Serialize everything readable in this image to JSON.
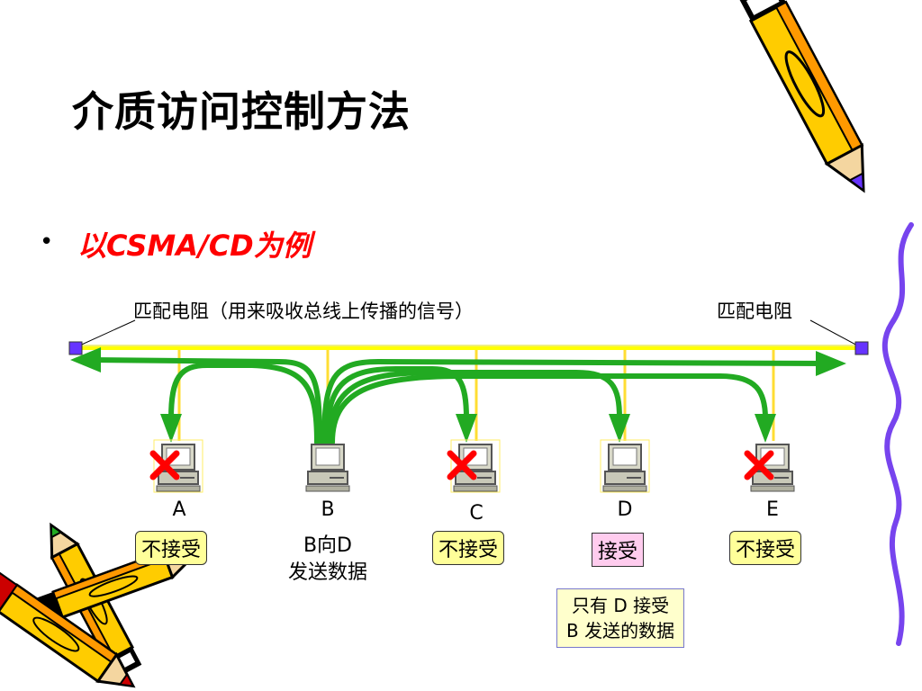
{
  "slide": {
    "title": "介质访问控制方法",
    "bullet_marker": "•",
    "bullet_text": "以CSMA/CD为例"
  },
  "diagram": {
    "left_terminator_label": "匹配电阻（用来吸收总线上传播的信号）",
    "right_terminator_label": "匹配电阻",
    "nodes": [
      {
        "letter": "A",
        "status": "不接受",
        "receives": false
      },
      {
        "letter": "B",
        "status": "",
        "sender_line1": "B向D",
        "sender_line2": "发送数据"
      },
      {
        "letter": "C",
        "status": "不接受",
        "receives": false
      },
      {
        "letter": "D",
        "status": "接受",
        "receives": true
      },
      {
        "letter": "E",
        "status": "不接受",
        "receives": false
      }
    ],
    "note_line1": "只有 D 接受",
    "note_line2": "B 发送的数据",
    "colors": {
      "bus": "#ffff00",
      "arrow": "#22aa22",
      "terminator": "#6633ff",
      "reject_mark": "#ff0000",
      "title_bullet": "#ff0000"
    }
  }
}
